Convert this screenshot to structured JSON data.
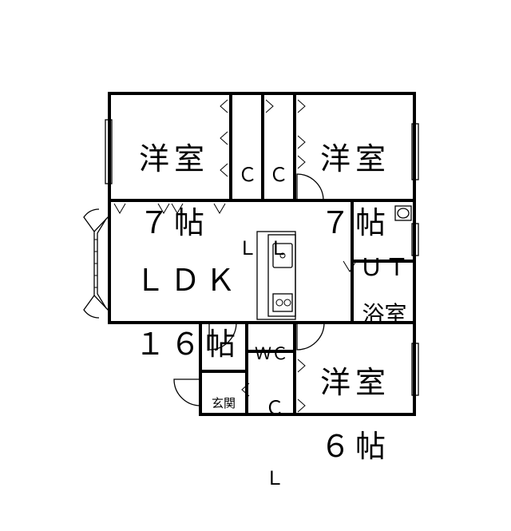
{
  "rooms": {
    "western_room_nw": {
      "name": "洋室",
      "size": "７帖"
    },
    "western_room_ne": {
      "name": "洋室",
      "size": "７帖"
    },
    "western_room_se": {
      "name": "洋室",
      "size": "６帖"
    },
    "ldk": {
      "name": "ＬＤＫ",
      "size": "１６帖"
    },
    "closet_1": {
      "line1": "Ｃ",
      "line2": "Ｌ"
    },
    "closet_2": {
      "line1": "Ｃ",
      "line2": "Ｌ"
    },
    "closet_3": {
      "line1": "Ｃ",
      "line2": "Ｌ"
    },
    "utility": {
      "name": "ＵＴ"
    },
    "bathroom": {
      "name": "浴室"
    },
    "toilet": {
      "name": "ＷＣ"
    },
    "entrance": {
      "name": "玄関"
    }
  },
  "colors": {
    "wall": "#000000",
    "background": "#ffffff"
  }
}
